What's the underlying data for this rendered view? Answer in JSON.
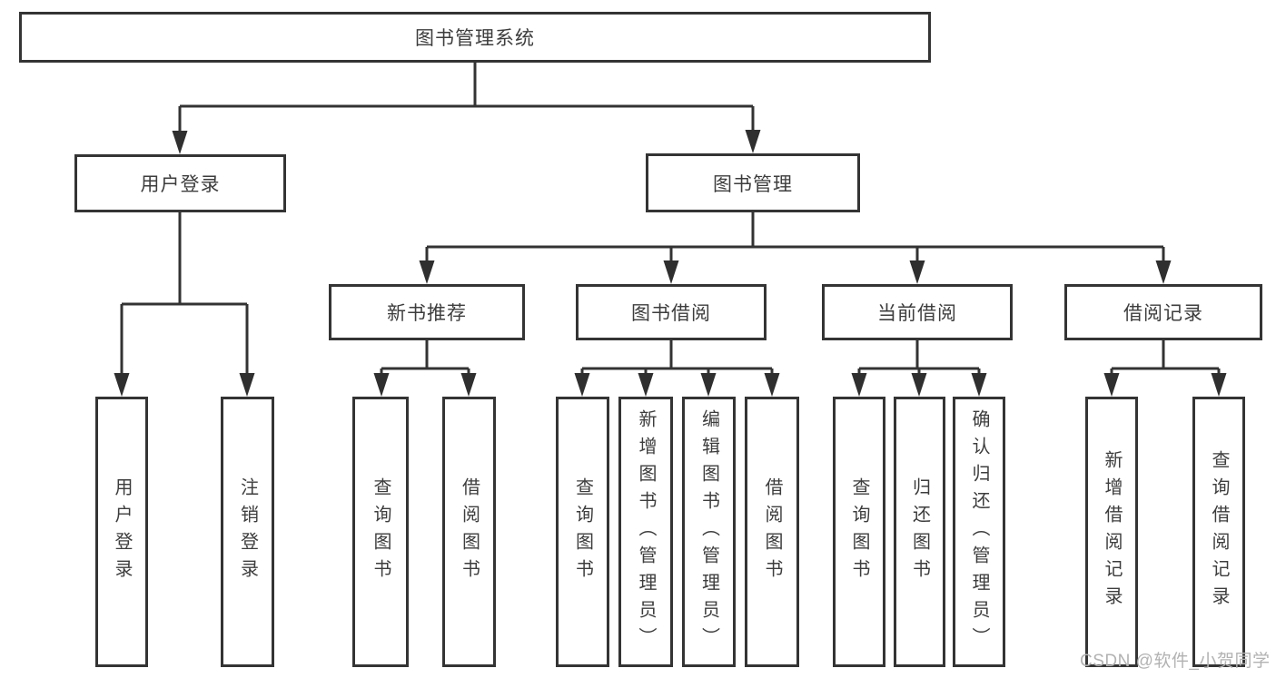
{
  "diagram": {
    "root": {
      "label": "图书管理系统"
    },
    "level1": {
      "user_login": {
        "label": "用户登录"
      },
      "book_mgmt": {
        "label": "图书管理"
      }
    },
    "level2": {
      "new_books": {
        "label": "新书推荐"
      },
      "book_borrow": {
        "label": "图书借阅"
      },
      "current_borrow": {
        "label": "当前借阅"
      },
      "borrow_records": {
        "label": "借阅记录"
      }
    },
    "leaves": {
      "user_login": {
        "label": "用户登录"
      },
      "logout": {
        "label": "注销登录"
      },
      "nb_query_books": {
        "label": "查询图书"
      },
      "nb_borrow_books": {
        "label": "借阅图书"
      },
      "bb_query_books": {
        "label": "查询图书"
      },
      "bb_add_books": {
        "label": "新增图书（管理员）"
      },
      "bb_edit_books": {
        "label": "编辑图书（管理员）"
      },
      "bb_borrow_books": {
        "label": "借阅图书"
      },
      "cb_query_books": {
        "label": "查询图书"
      },
      "cb_return_books": {
        "label": "归还图书"
      },
      "cb_confirm_return": {
        "label": "确认归还（管理员）"
      },
      "br_add_record": {
        "label": "新增借阅记录"
      },
      "br_query_record": {
        "label": "查询借阅记录"
      }
    },
    "watermark": "CSDN @软件_小贺同学",
    "colors": {
      "line": "#333333",
      "arrow": "#2f2f2f",
      "box_border": "#343434",
      "text": "#3d3d3d",
      "watermark": "#b2b2b2",
      "background": "#ffffff"
    }
  }
}
